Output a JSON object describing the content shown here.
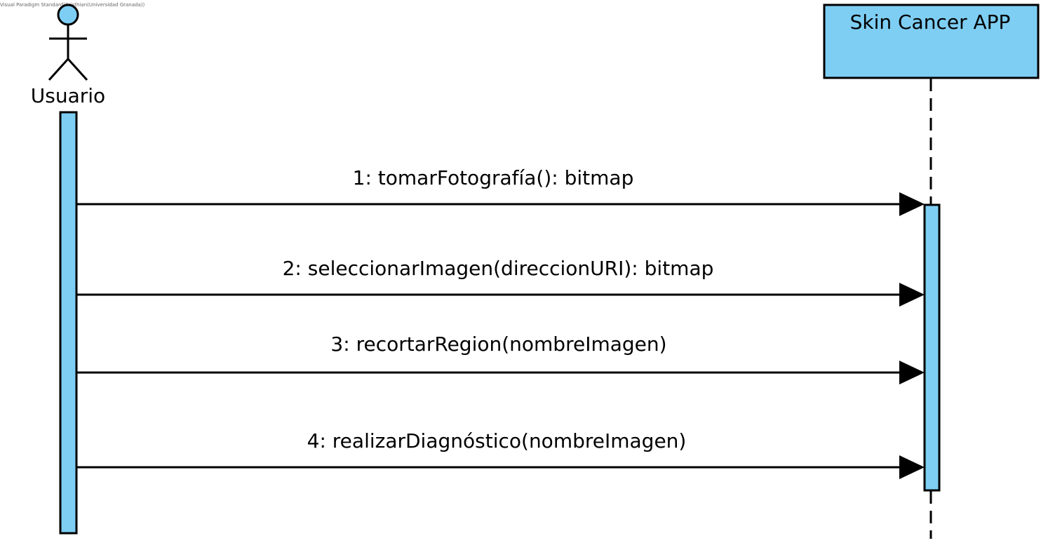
{
  "diagram": {
    "watermark": "Visual Paradigm Standard(Cristhian(Universidad Granada))",
    "actor": {
      "name": "Usuario"
    },
    "lifeline": {
      "name": "Skin Cancer APP"
    },
    "messages": [
      {
        "label": "1: tomarFotografía(): bitmap"
      },
      {
        "label": "2: seleccionarImagen(direccionURI): bitmap"
      },
      {
        "label": "3: recortarRegion(nombreImagen)"
      },
      {
        "label": "4: realizarDiagnóstico(nombreImagen)"
      }
    ],
    "colors": {
      "fill": "#7ecef4",
      "stroke": "#000000"
    }
  }
}
